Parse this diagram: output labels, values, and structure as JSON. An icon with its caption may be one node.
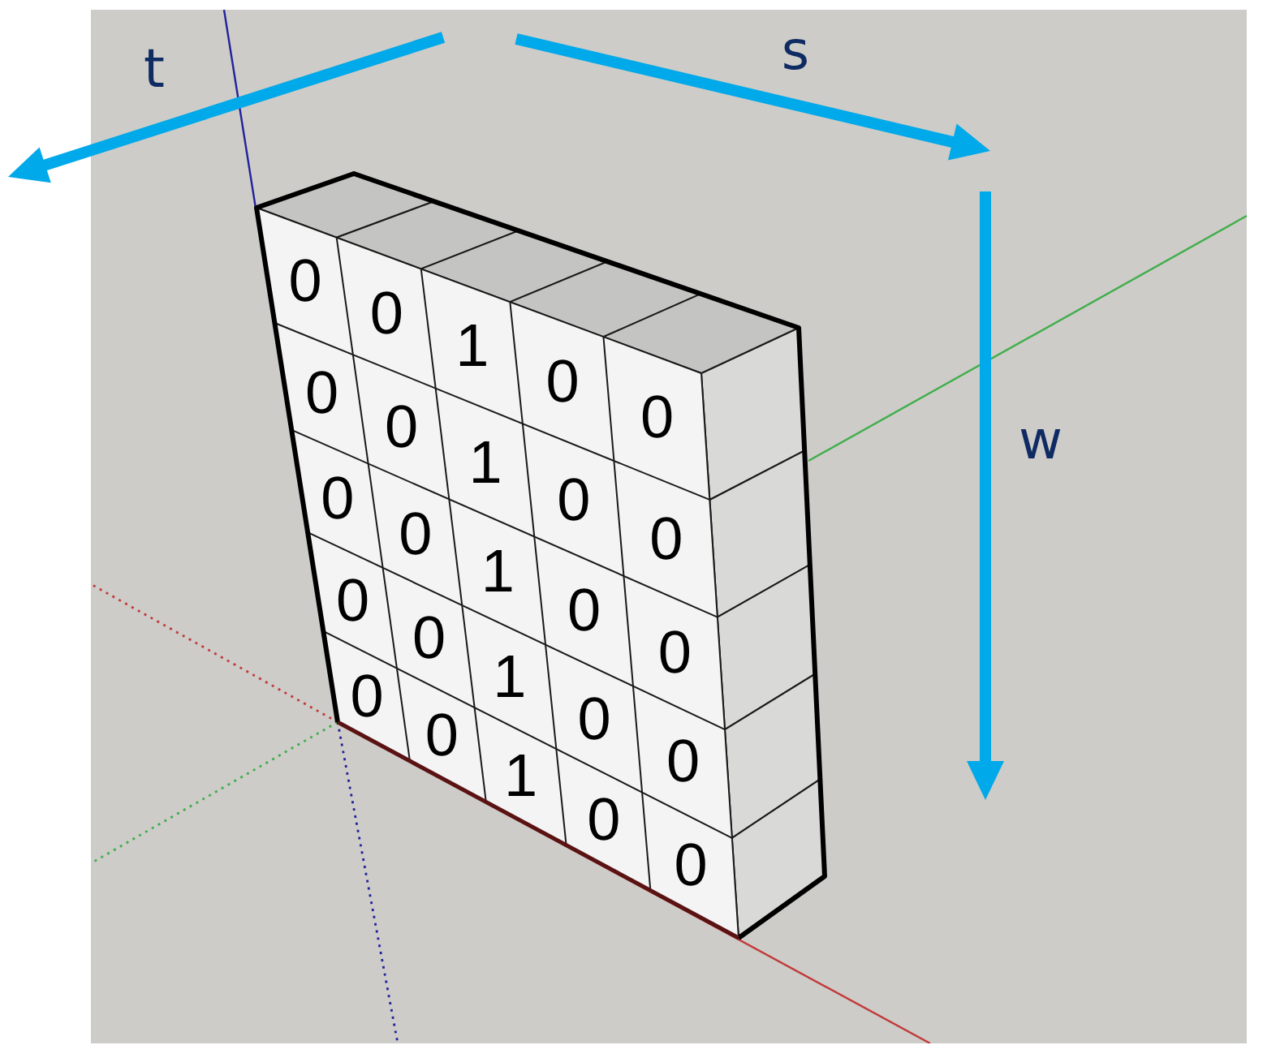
{
  "diagram": {
    "labels": [
      "t",
      "s",
      "w",
      "0",
      "0",
      "1",
      "0",
      "0",
      "0",
      "0",
      "1",
      "0",
      "0",
      "0",
      "0",
      "1",
      "0",
      "0",
      "0",
      "0",
      "1",
      "0",
      "0",
      "0",
      "0",
      "1",
      "0",
      "0"
    ]
  }
}
